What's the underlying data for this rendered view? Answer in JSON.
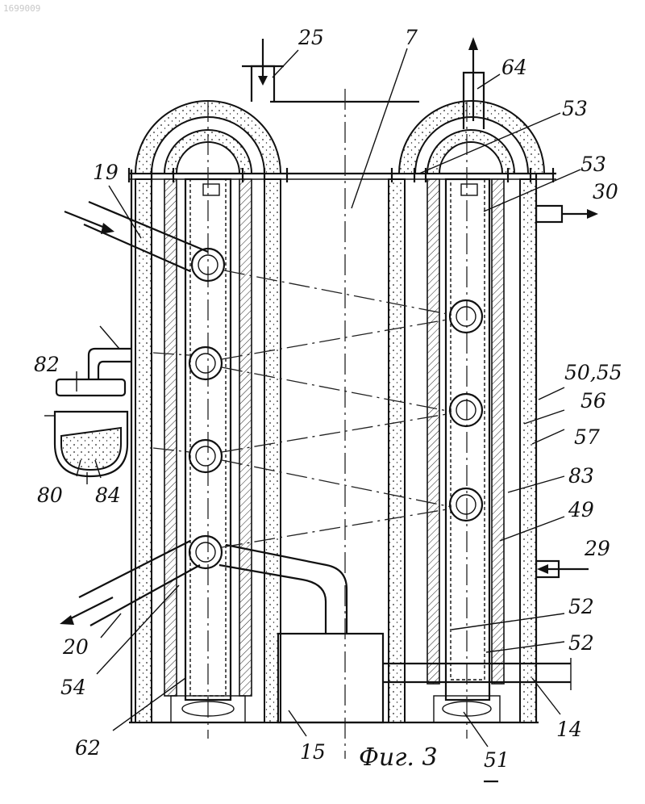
{
  "stamp": "1699009",
  "caption": "Фиг. 3",
  "labels": {
    "l25": "25",
    "l7": "7",
    "l64": "64",
    "l53a": "53",
    "l53b": "53",
    "l30": "30",
    "l19": "19",
    "l82": "82",
    "l80": "80",
    "l84": "84",
    "l5055": "50,55",
    "l56": "56",
    "l57": "57",
    "l83": "83",
    "l49": "49",
    "l29": "29",
    "l52a": "52",
    "l52b": "52",
    "l20": "20",
    "l54": "54",
    "l62": "62",
    "l15": "15",
    "l51": "51",
    "l14": "14"
  }
}
